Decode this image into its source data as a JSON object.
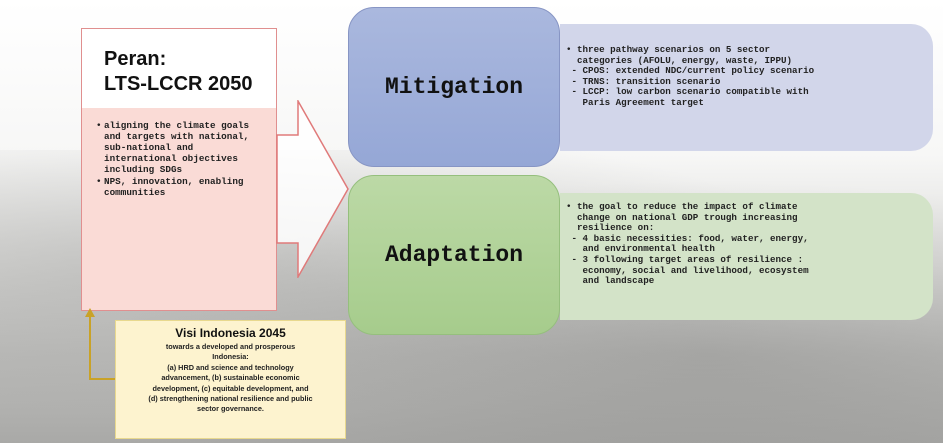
{
  "peran": {
    "title_line1": "Peran:",
    "title_line2": "LTS-LCCR 2050",
    "bullets": [
      "aligning the climate goals and targets with national, sub-national and international objectives including SDGs",
      "NPS, innovation, enabling communities"
    ]
  },
  "mitigation": {
    "label": "Mitigation",
    "lines": [
      "• three pathway scenarios on 5 sector",
      "  categories (AFOLU, energy, waste, IPPU)",
      " - CPOS: extended NDC/current policy scenario",
      " - TRNS: transition scenario",
      " - LCCP: low carbon scenario compatible with",
      "   Paris Agreement target"
    ]
  },
  "adaptation": {
    "label": "Adaptation",
    "lines": [
      "• the goal to reduce the impact of climate",
      "  change on national GDP trough increasing",
      "  resilience on:",
      " - 4 basic necessities: food, water, energy,",
      "   and environmental health",
      " - 3 following target areas of resilience :",
      "   economy, social and livelihood, ecosystem",
      "   and landscape"
    ]
  },
  "visi": {
    "title": "Visi Indonesia 2045",
    "lines": [
      "towards a developed and prosperous",
      "Indonesia:",
      "(a) HRD and science and technology",
      "advancement, (b) sustainable economic",
      "development, (c) equitable development, and",
      "(d) strengthening national resilience and public",
      "sector governance."
    ]
  },
  "colors": {
    "peran_border": "#e08f8f",
    "peran_fill": "#fadbd6",
    "mitigation": "#95a7d6",
    "mitigation_panel": "#d2d6ea",
    "adaptation": "#a6cc8c",
    "adaptation_panel": "#d3e3c8",
    "visi_fill": "#fdf3cf",
    "connector": "#c9a227"
  }
}
